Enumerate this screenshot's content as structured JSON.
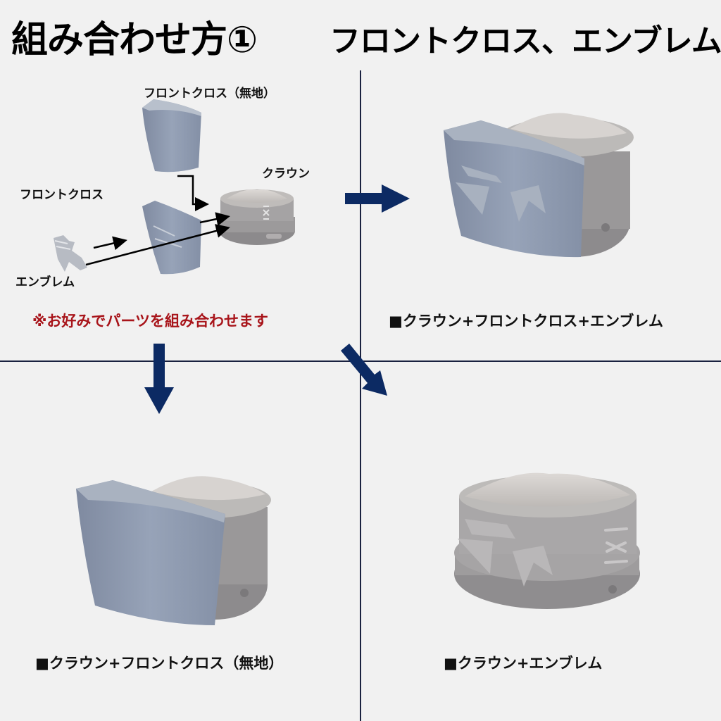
{
  "header": {
    "title": "組み合わせ方①",
    "subtitle": "フロントクロス、エンブレム"
  },
  "parts_diagram": {
    "labels": {
      "front_cloth_plain": "フロントクロス（無地）",
      "crown": "クラウン",
      "front_cloth": "フロントクロス",
      "emblem": "エンブレム"
    },
    "note": "※お好みでパーツを組み合わせます"
  },
  "results": [
    {
      "caption": "■クラウン+フロントクロス+エンブレム"
    },
    {
      "caption": "■クラウン+フロントクロス（無地）"
    },
    {
      "caption": "■クラウン+エンブレム"
    }
  ],
  "colors": {
    "background": "#f1f1f1",
    "arrow": "#0c2a63",
    "divider": "#1a2240",
    "note_red": "#a8141a",
    "part_gray": "#8e96a4"
  },
  "icons": {
    "arrow_right": "arrow-right-icon",
    "arrow_down": "arrow-down-icon",
    "arrow_diag": "arrow-down-right-icon"
  }
}
